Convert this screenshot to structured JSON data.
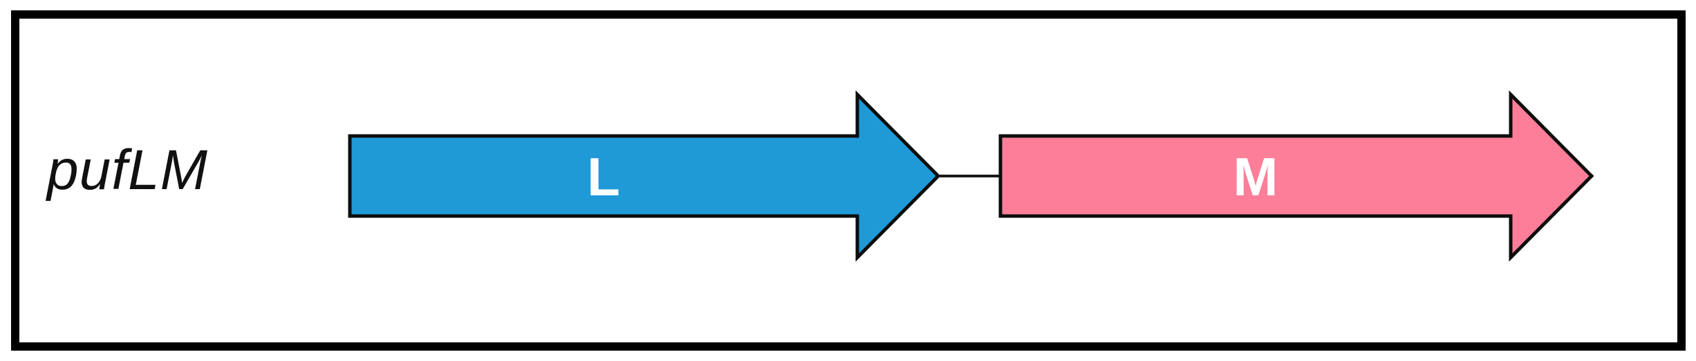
{
  "figure": {
    "operon_label": "pufLM",
    "background_color": "#ffffff",
    "frame_color": "#000000",
    "connector_color": "#1a1a1a",
    "genes": [
      {
        "name": "L",
        "fill_color": "#1f9ad6",
        "outline_color": "#0d0d0d",
        "direction": "right"
      },
      {
        "name": "M",
        "fill_color": "#fd7e98",
        "outline_color": "#0d0d0d",
        "direction": "right"
      }
    ]
  }
}
